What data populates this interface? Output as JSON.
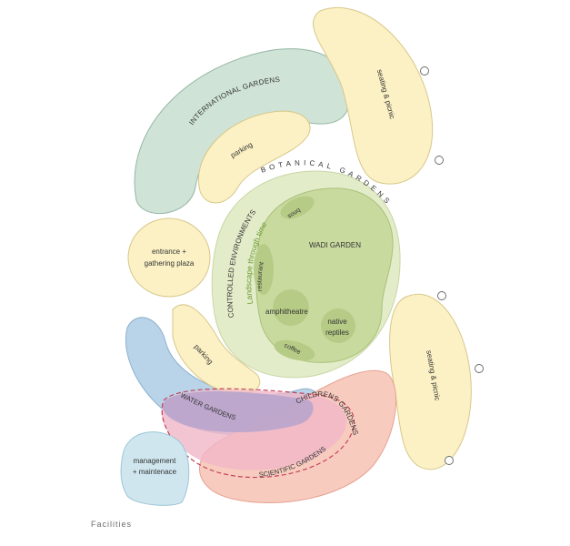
{
  "zones": {
    "international_gardens": "INTERNATIONAL GARDENS",
    "parking_top": "parking",
    "seating_top": "seating & picnic",
    "botanical_gardens": "BOTANICAL GARDENS",
    "entrance_line1": "entrance +",
    "entrance_line2": "gathering plaza",
    "controlled_environments": "CONTROLLED ENVIRONMENTS",
    "landscape_through_time": "Landscape through time",
    "souq": "souq",
    "restaurant": "restaurant",
    "wadi_garden": "WADI GARDEN",
    "amphitheatre": "amphitheatre",
    "native_line1": "native",
    "native_line2": "reptiles",
    "coffee": "coffee",
    "parking_left": "parking",
    "seating_right": "seating & picnic",
    "water_gardens": "WATER GARDENS",
    "childrens_gardens": "CHILDRENS GARDENS",
    "scientific_gardens": "SCIENTIFIC GARDENS",
    "management_line1": "management",
    "management_line2": "+ maintenace"
  },
  "caption": "Facilities",
  "colors": {
    "yellow": "#fbf1c4",
    "green_light": "#e3ecc9",
    "green_mid": "#c9da9f",
    "green_dark": "#b6cc86",
    "teal": "#cfe3d6",
    "blue": "#b9d3e8",
    "purple": "#b6a3cc",
    "pink": "#f0b6c8",
    "salmon": "#f8cbbf",
    "light_blue": "#cfe6ee",
    "dashed": "#c4425a",
    "landscape_text": "#6a9a33"
  }
}
